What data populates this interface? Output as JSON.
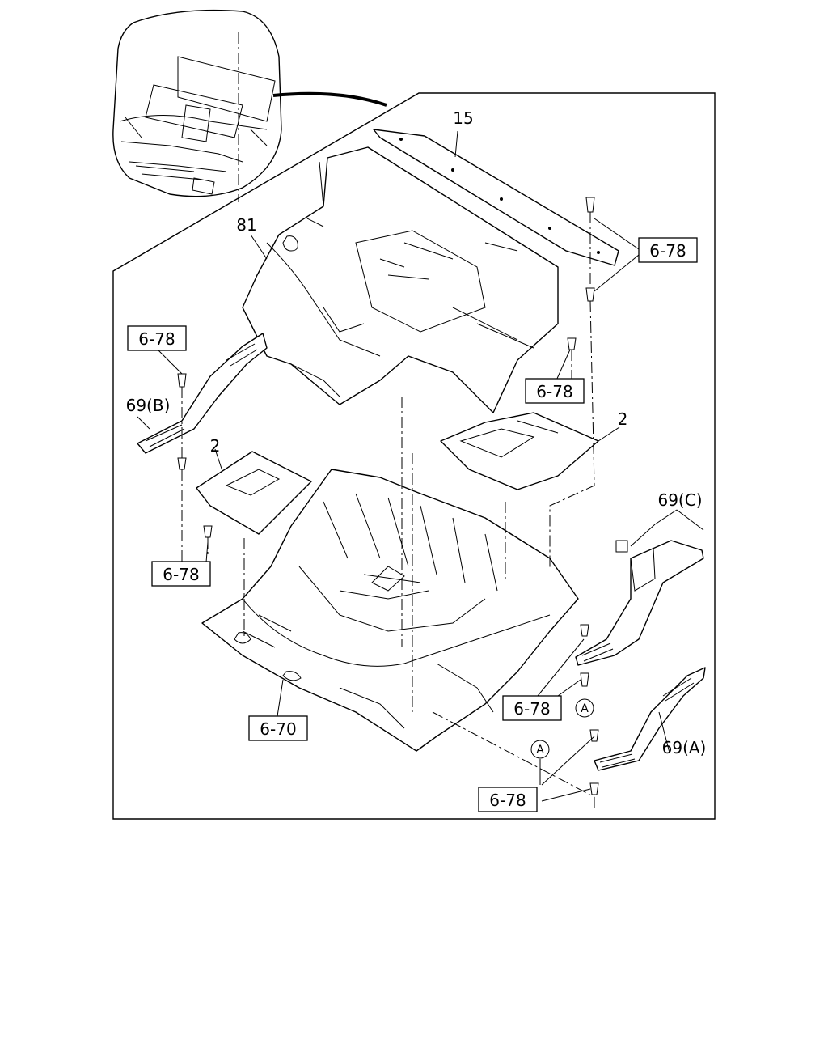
{
  "diagram": {
    "callouts": {
      "part_15": "15",
      "part_81": "81",
      "part_2_right": "2",
      "part_2_left": "2",
      "part_69b": "69(B)",
      "part_69c": "69(C)",
      "part_69a": "69(A)"
    },
    "refs": {
      "ref_678_top_right": "6-78",
      "ref_678_left_top": "6-78",
      "ref_678_center": "6-78",
      "ref_678_left_bottom": "6-78",
      "ref_678_right_mid": "6-78",
      "ref_678_bottom": "6-78",
      "ref_670": "6-70"
    },
    "markers": {
      "marker_a_right": "A",
      "marker_a_bottom": "A"
    }
  }
}
